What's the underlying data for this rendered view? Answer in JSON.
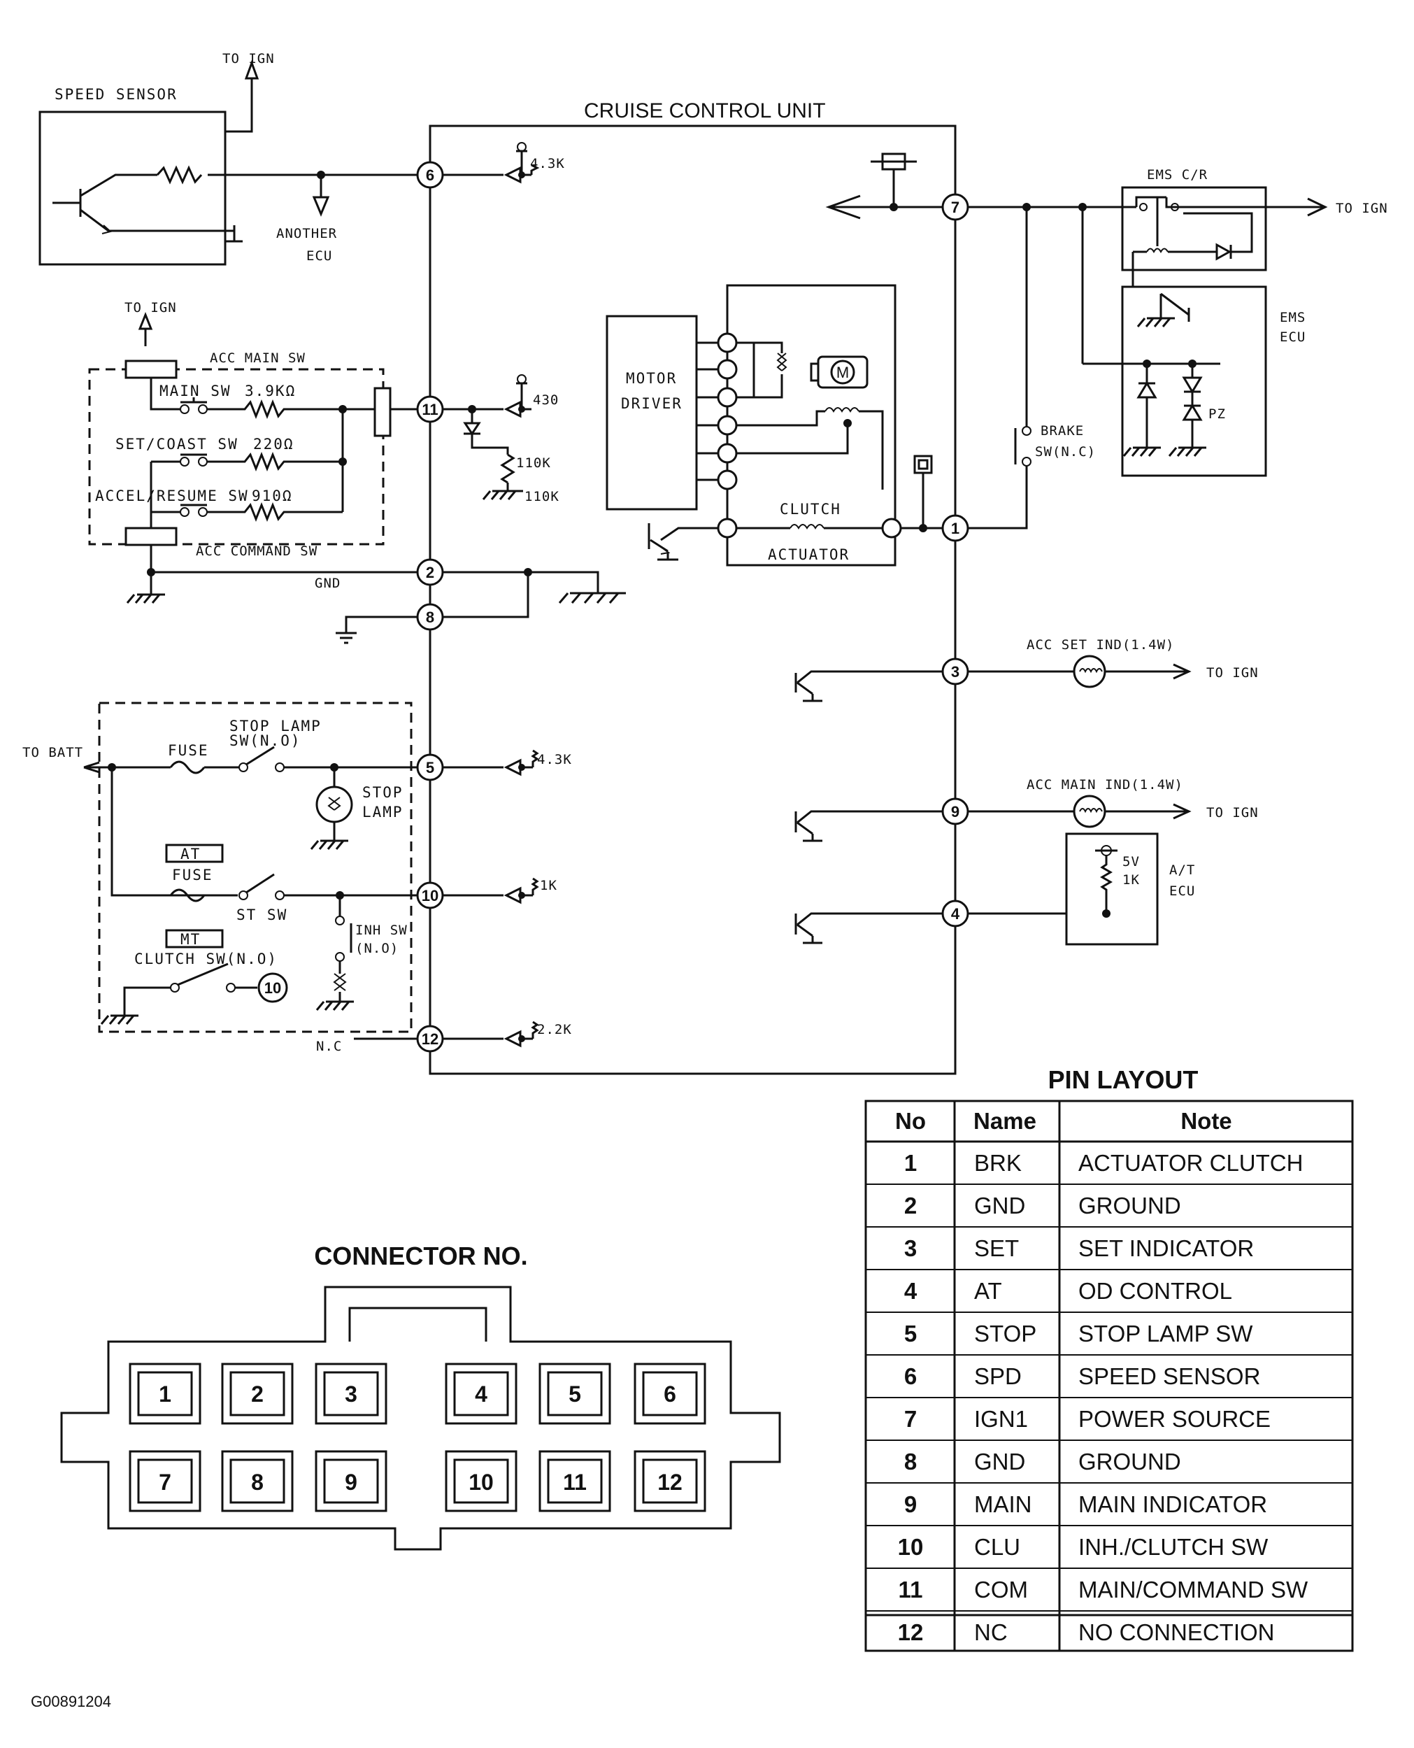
{
  "labels": {
    "cruise_unit": "CRUISE CONTROL UNIT",
    "speed_sensor": "SPEED SENSOR",
    "to_ign": "TO IGN",
    "another": "ANOTHER",
    "ecu": "ECU",
    "acc_main_sw": "ACC MAIN SW",
    "main_sw": "MAIN SW",
    "r_main": "3.9KΩ",
    "set_coast_sw": "SET/COAST SW",
    "r_set": "220Ω",
    "accel_resume_sw": "ACCEL/RESUME SW",
    "r_accel": "910Ω",
    "acc_command_sw": "ACC COMMAND SW",
    "gnd": "GND",
    "to_batt": "TO BATT",
    "fuse": "FUSE",
    "stop_lamp_sw_1": "STOP LAMP",
    "stop_lamp_sw_2": "SW(N.O)",
    "stop": "STOP",
    "lamp": "LAMP",
    "at": "AT",
    "st_sw": "ST SW",
    "mt": "MT",
    "clutch_sw": "CLUTCH SW(N.O)",
    "inh_sw": "INH SW",
    "inh_no": "(N.O)",
    "nc": "N.C",
    "motor": "MOTOR",
    "driver": "DRIVER",
    "clutch": "CLUTCH",
    "actuator": "ACTUATOR",
    "motor_m": "M",
    "brake": "BRAKE",
    "brake_sw": "SW(N.C)",
    "ems_cr": "EMS C/R",
    "ems": "EMS",
    "pz": "PZ",
    "acc_set_ind": "ACC SET IND(1.4W)",
    "acc_main_ind": "ACC MAIN IND(1.4W)",
    "v5": "5V",
    "k1": "1K",
    "at_ecu": "A/T",
    "r_43k_a": "4.3K",
    "r_430": "430",
    "r_110k_a": "110K",
    "r_110k_b": "110K",
    "r_43k_b": "4.3K",
    "r_1k": "1K",
    "r_22k": "2.2K",
    "ref": "G00891204"
  },
  "pins_left": [
    "6",
    "11",
    "2",
    "8",
    "5",
    "10",
    "12"
  ],
  "pins_right": [
    "7",
    "1",
    "3",
    "9",
    "4"
  ],
  "clutch_pin_ref": "10",
  "connector": {
    "title": "CONNECTOR NO.",
    "top_row": [
      "1",
      "2",
      "3",
      "4",
      "5",
      "6"
    ],
    "bottom_row": [
      "7",
      "8",
      "9",
      "10",
      "11",
      "12"
    ]
  },
  "pin_table": {
    "title": "PIN LAYOUT",
    "headers": [
      "No",
      "Name",
      "Note"
    ],
    "rows": [
      [
        "1",
        "BRK",
        "ACTUATOR CLUTCH"
      ],
      [
        "2",
        "GND",
        "GROUND"
      ],
      [
        "3",
        "SET",
        "SET INDICATOR"
      ],
      [
        "4",
        "AT",
        "OD CONTROL"
      ],
      [
        "5",
        "STOP",
        "STOP LAMP SW"
      ],
      [
        "6",
        "SPD",
        "SPEED SENSOR"
      ],
      [
        "7",
        "IGN1",
        "POWER SOURCE"
      ],
      [
        "8",
        "GND",
        "GROUND"
      ],
      [
        "9",
        "MAIN",
        "MAIN INDICATOR"
      ],
      [
        "10",
        "CLU",
        "INH./CLUTCH SW"
      ],
      [
        "11",
        "COM",
        "MAIN/COMMAND SW"
      ],
      [
        "12",
        "NC",
        "NO CONNECTION"
      ]
    ]
  }
}
